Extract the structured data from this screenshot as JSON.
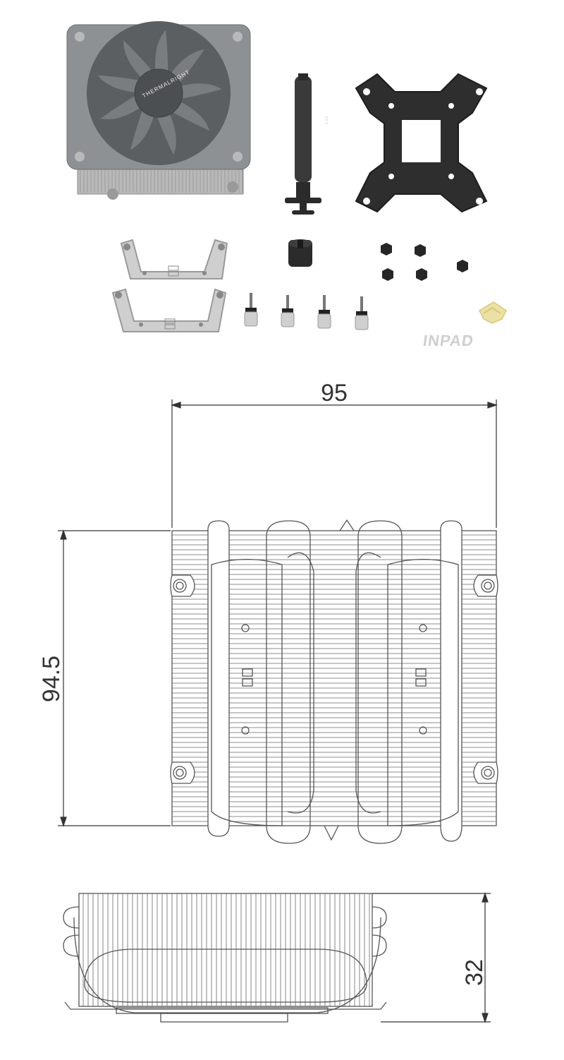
{
  "watermark": {
    "text": "INPAD",
    "color": "#cfcfcf",
    "accent": "#e9d98a"
  },
  "product": {
    "fan_brand": "THERMALRIGHT",
    "paste_label": "TF7",
    "icons": [
      "cooler-with-fan",
      "thermal-paste-syringe",
      "backplate",
      "mounting-bars",
      "standoff",
      "nuts",
      "screws"
    ]
  },
  "dimensions": {
    "width": "95",
    "depth": "94.5",
    "height": "32"
  },
  "colors": {
    "line": "#555555",
    "dim_line": "#333333",
    "fan": "#6a6d70",
    "metal": "#c9c9c9",
    "black_part": "#2a2a2a"
  }
}
